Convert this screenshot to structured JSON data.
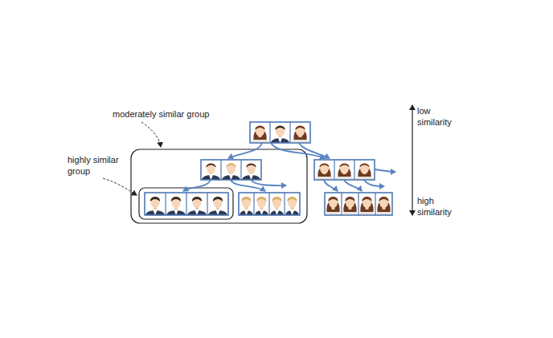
{
  "diagram": {
    "labels": [
      "moderately similar group",
      "highly similar group",
      "low similarity",
      "high similarity"
    ]
  }
}
